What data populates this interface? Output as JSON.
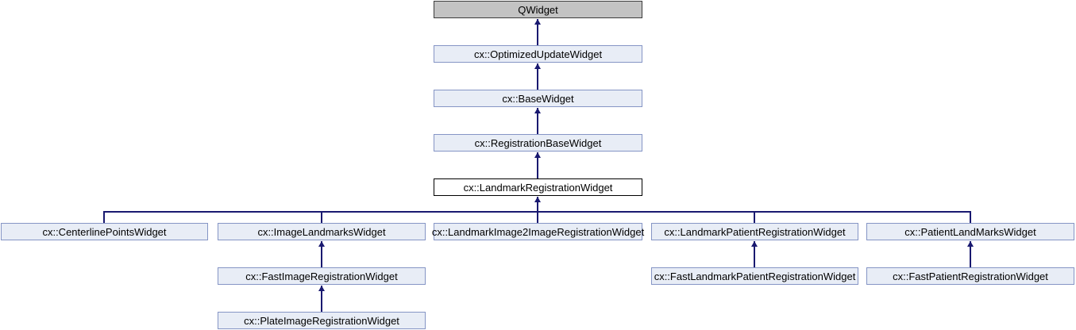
{
  "diagram": {
    "type": "class-inheritance-graph",
    "current_class": "cx::LandmarkRegistrationWidget",
    "colors": {
      "background": "#ffffff",
      "external_node_fill": "#c3c3c3",
      "external_node_border": "#3c3c3c",
      "class_node_fill": "#e8edf6",
      "class_node_border": "#8595c5",
      "current_node_fill": "#ffffff",
      "current_node_border": "#000000",
      "edge": "#191970",
      "text": "#000000"
    },
    "nodes": [
      {
        "label": "QWidget",
        "kind": "external",
        "parent": null
      },
      {
        "label": "cx::OptimizedUpdateWidget",
        "kind": "class",
        "parent": "QWidget"
      },
      {
        "label": "cx::BaseWidget",
        "kind": "class",
        "parent": "cx::OptimizedUpdateWidget"
      },
      {
        "label": "cx::RegistrationBaseWidget",
        "kind": "class",
        "parent": "cx::BaseWidget"
      },
      {
        "label": "cx::LandmarkRegistrationWidget",
        "kind": "current",
        "parent": "cx::RegistrationBaseWidget"
      },
      {
        "label": "cx::CenterlinePointsWidget",
        "kind": "class",
        "parent": "cx::LandmarkRegistrationWidget"
      },
      {
        "label": "cx::ImageLandmarksWidget",
        "kind": "class",
        "parent": "cx::LandmarkRegistrationWidget"
      },
      {
        "label": "cx::LandmarkImage2ImageRegistrationWidget",
        "kind": "class",
        "parent": "cx::LandmarkRegistrationWidget"
      },
      {
        "label": "cx::LandmarkPatientRegistrationWidget",
        "kind": "class",
        "parent": "cx::LandmarkRegistrationWidget"
      },
      {
        "label": "cx::PatientLandMarksWidget",
        "kind": "class",
        "parent": "cx::LandmarkRegistrationWidget"
      },
      {
        "label": "cx::FastImageRegistrationWidget",
        "kind": "class",
        "parent": "cx::ImageLandmarksWidget"
      },
      {
        "label": "cx::FastLandmarkPatientRegistrationWidget",
        "kind": "class",
        "parent": "cx::LandmarkPatientRegistrationWidget"
      },
      {
        "label": "cx::FastPatientRegistrationWidget",
        "kind": "class",
        "parent": "cx::PatientLandMarksWidget"
      },
      {
        "label": "cx::PlateImageRegistrationWidget",
        "kind": "class",
        "parent": "cx::FastImageRegistrationWidget"
      }
    ]
  }
}
